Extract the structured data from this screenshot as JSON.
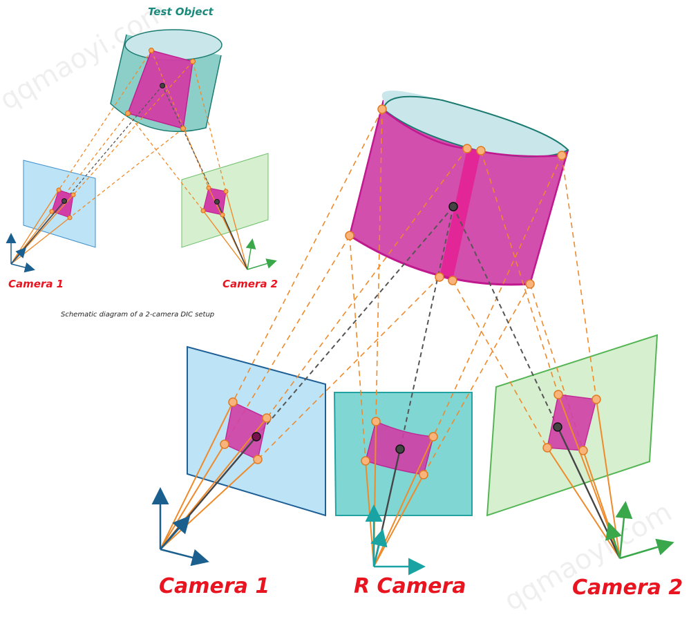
{
  "small": {
    "title": "Test Object",
    "camera1": "Camera 1",
    "camera2": "Camera 2",
    "caption": "Schematic diagram of a 2-camera DIC setup"
  },
  "large": {
    "camera1": "Camera 1",
    "rcamera": "R Camera",
    "camera2": "Camera 2"
  },
  "watermark": "qqmaoyi.com",
  "colors": {
    "cylinder_top": "#c9e7ea",
    "cylinder_side": "#8ccfc8",
    "cylinder_edge": "#1a7a70",
    "patch": "#d13fa6",
    "patch_edge": "#c0188e",
    "cam1_plane": "#bde3f7",
    "rcam_plane": "#7fd6d3",
    "cam2_plane": "#d6efcf",
    "ray": "#ef8a2a",
    "marker": "#f8a85a",
    "center_dot": "#444444",
    "label_red": "#e8141f",
    "label_teal": "#1a8a7c"
  }
}
